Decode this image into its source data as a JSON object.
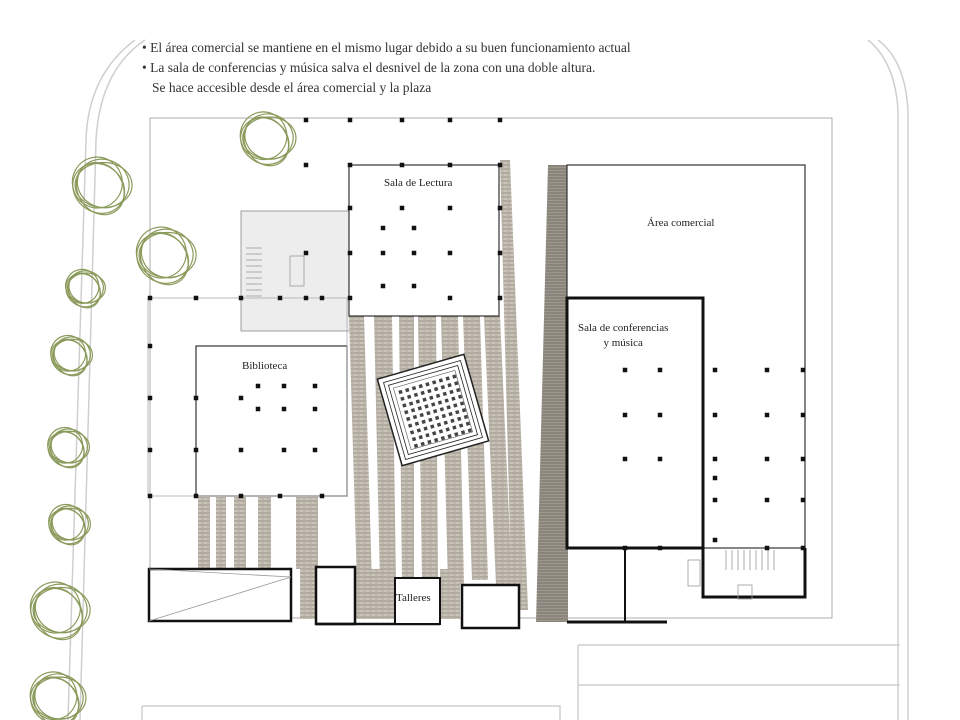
{
  "notes": {
    "line1": "• El área comercial  se mantiene en el mismo lugar debido a su buen funcionamiento actual",
    "line2": "• La sala de conferencias y música  salva el desnivel de la zona con una doble altura.",
    "line3": "Se hace accesible  desde el área comercial  y la plaza"
  },
  "rooms": {
    "sala_lectura": "Sala de Lectura",
    "area_comercial": "Área comercial",
    "sala_conferencias_1": "Sala de conferencias",
    "sala_conferencias_2": "y música",
    "biblioteca": "Biblioteca",
    "talleres": "Talleres"
  },
  "colors": {
    "wall": "#1a1a1a",
    "thin_line": "#8c8c8c",
    "site_line": "#c8c8c8",
    "shaded_block": "#ededed",
    "paving": "#bfb9ae",
    "paving_dark": "#8a857c",
    "tree": "#8a9a5b"
  }
}
